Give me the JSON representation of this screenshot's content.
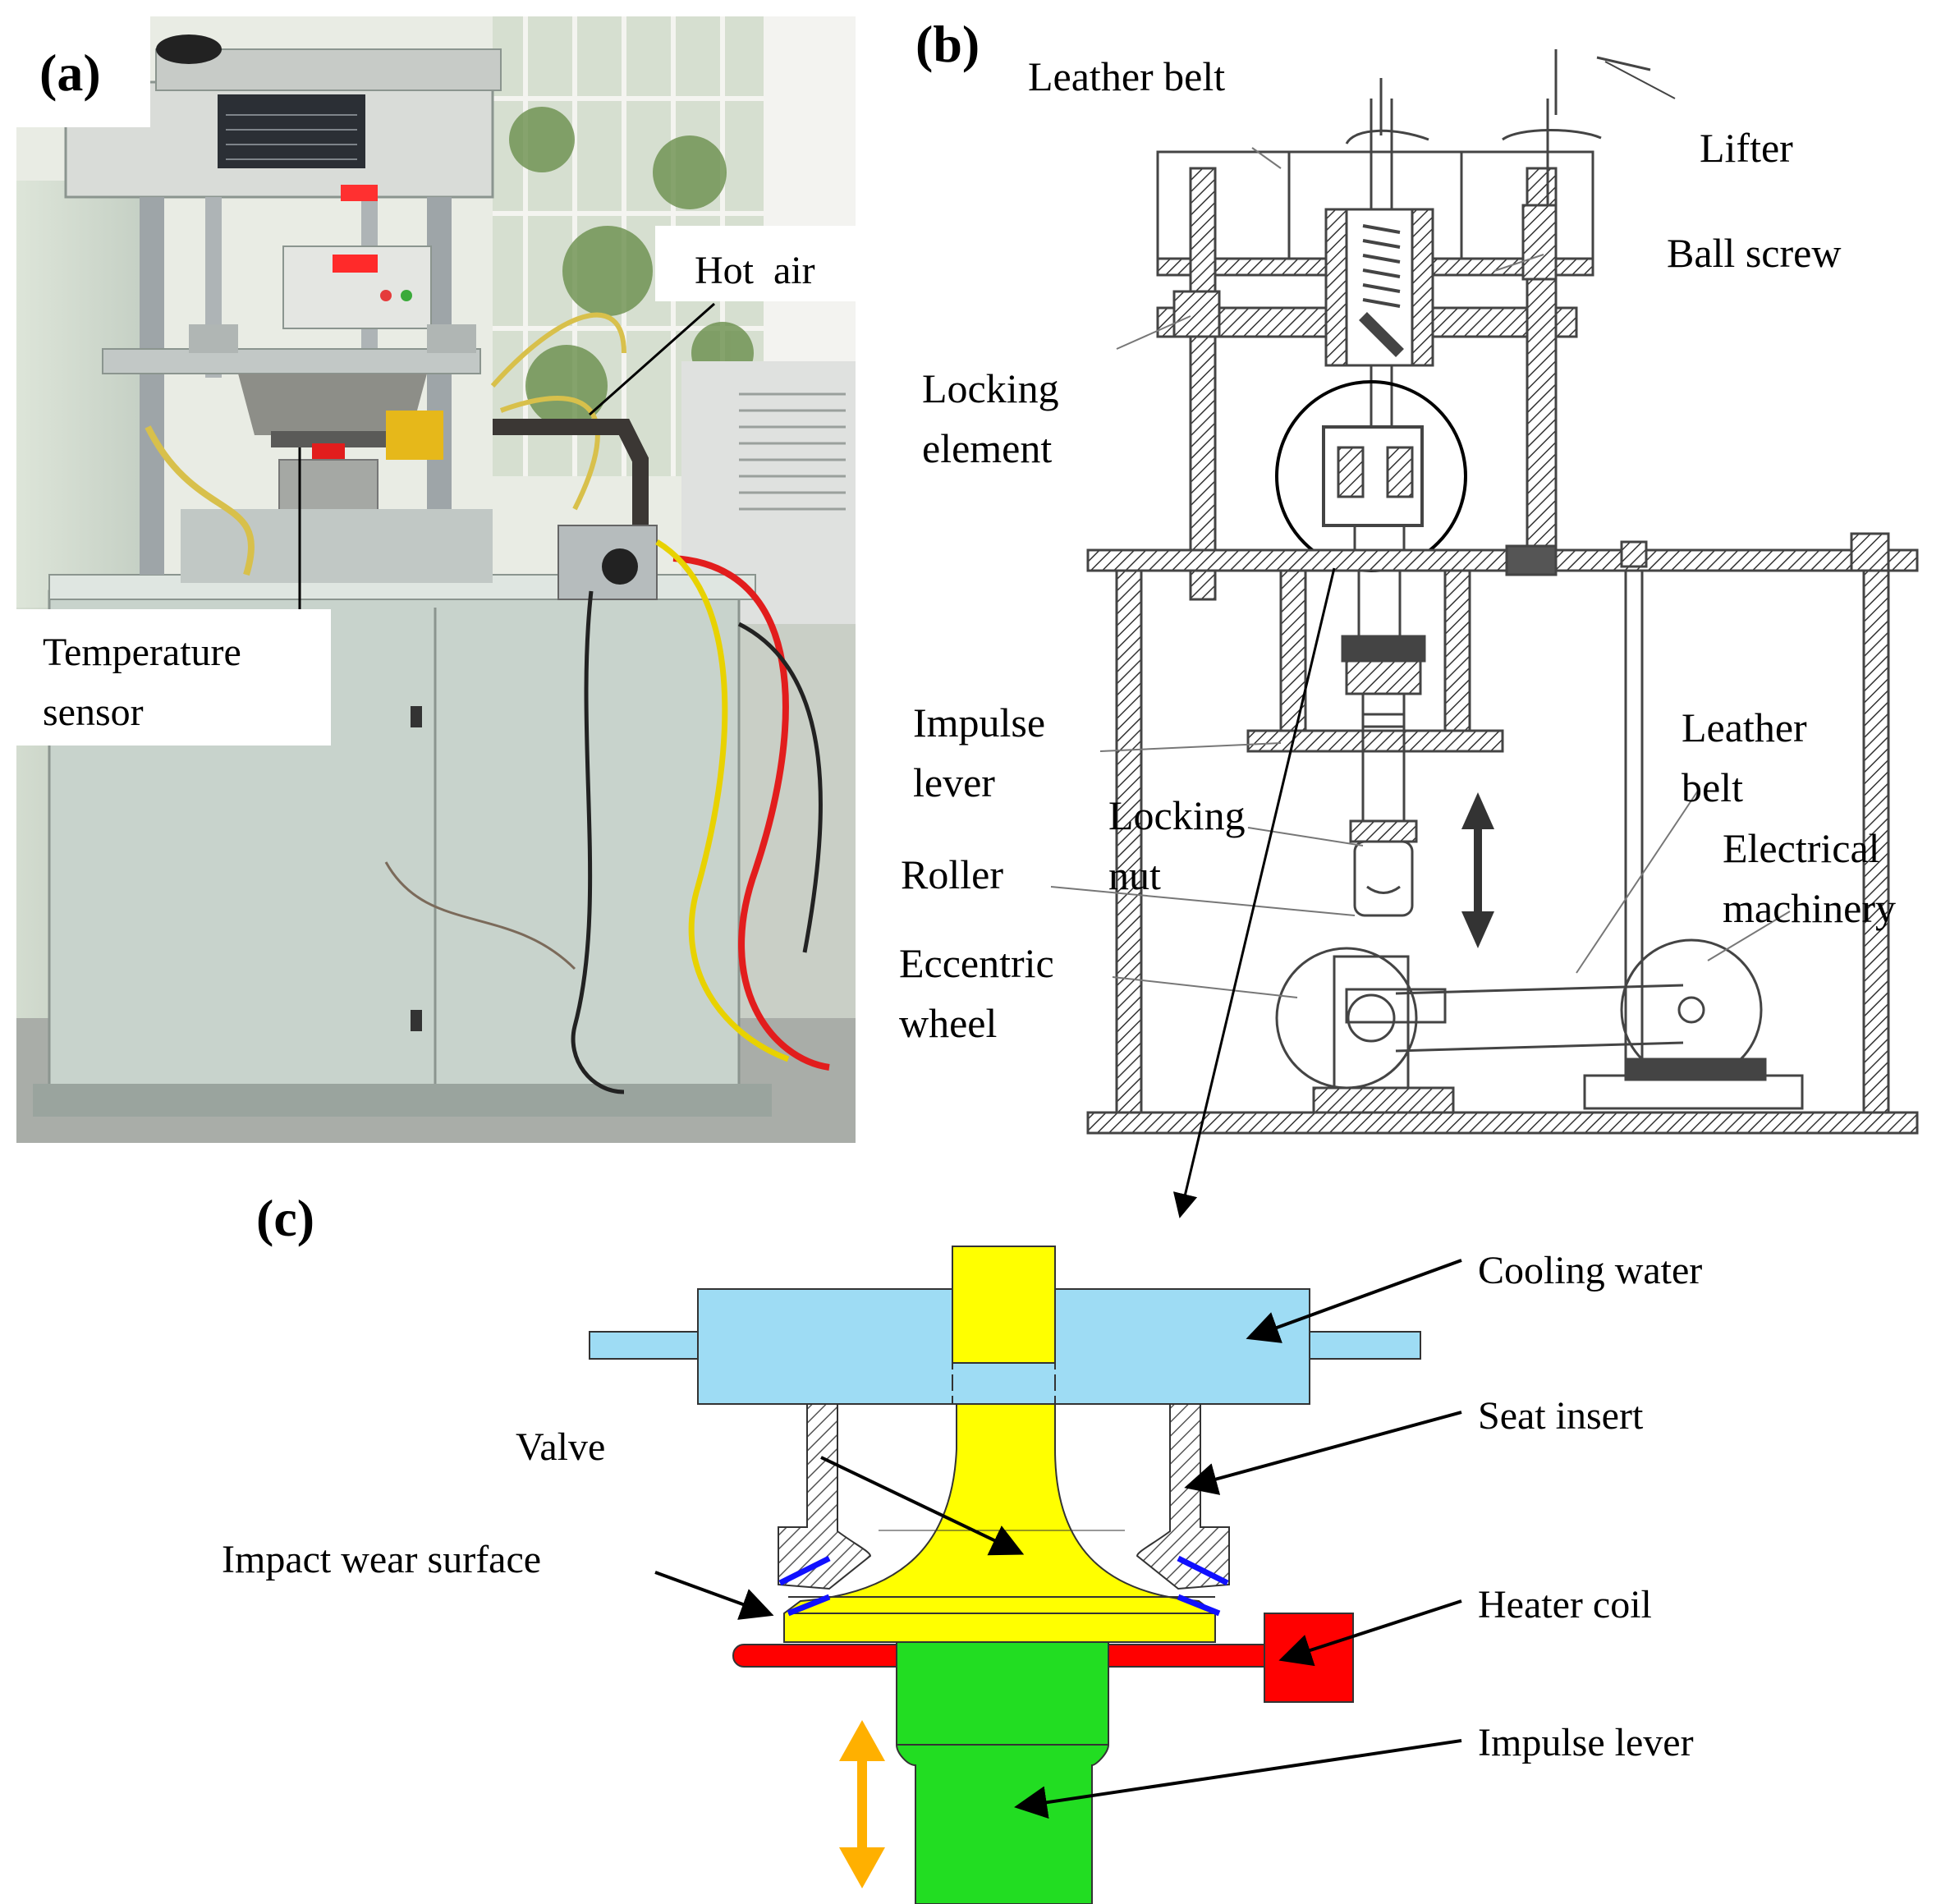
{
  "panels": {
    "a": {
      "letter": "(a)",
      "labels": {
        "hot_air": "Hot  air",
        "temperature_sensor_1": "Temperature",
        "temperature_sensor_2": "sensor"
      }
    },
    "b": {
      "letter": "(b)",
      "labels": {
        "leather_belt_top": "Leather belt",
        "lifter": "Lifter",
        "ball_screw": "Ball screw",
        "locking_element_1": "Locking",
        "locking_element_2": "element",
        "impulse_lever_1": "Impulse",
        "impulse_lever_2": "lever",
        "locking_nut_1": "Locking",
        "locking_nut_2": "nut",
        "roller": "Roller",
        "eccentric_wheel_1": "Eccentric",
        "eccentric_wheel_2": "wheel",
        "leather_belt_right_1": "Leather",
        "leather_belt_right_2": "belt",
        "electrical_machinery_1": "Electrical",
        "electrical_machinery_2": "machinery"
      }
    },
    "c": {
      "letter": "(c)",
      "labels": {
        "cooling_water": "Cooling water",
        "seat_insert": "Seat insert",
        "valve": "Valve",
        "impact_wear_surface": "Impact wear surface",
        "heater_coil": "Heater coil",
        "impulse_lever": "Impulse lever"
      },
      "colors": {
        "cooling_water": "#9edcf4",
        "valve": "#ffff00",
        "heater_coil": "#ff0000",
        "impulse_lever": "#22dd22",
        "wear_surface": "#1010ff",
        "motion_arrow": "#ffb000"
      }
    }
  }
}
